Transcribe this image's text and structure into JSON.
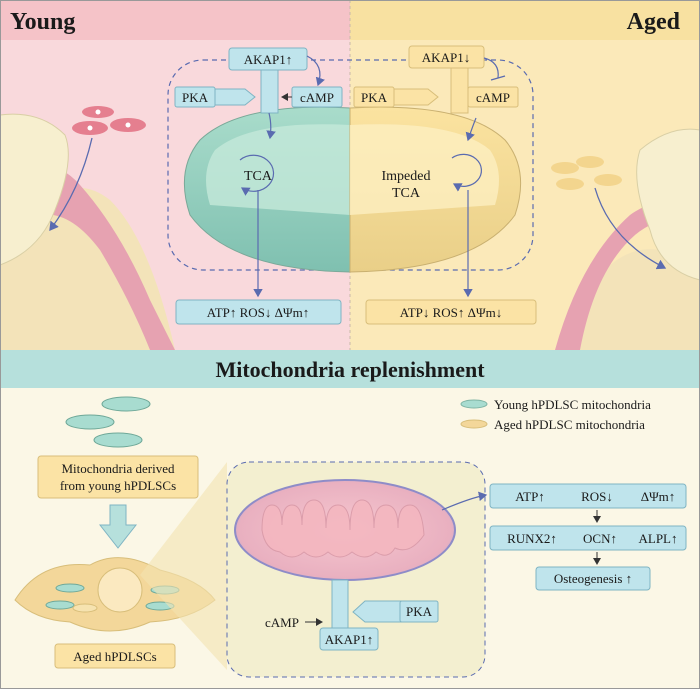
{
  "top": {
    "young_label": "Young",
    "aged_label": "Aged",
    "young": {
      "akap": "AKAP1↑",
      "pka": "PKA",
      "camp": "cAMP",
      "tca": "TCA",
      "result": "ATP↑  ROS↓  ΔΨm↑"
    },
    "aged": {
      "akap": "AKAP1↓",
      "pka": "PKA",
      "camp": "cAMP",
      "tca_line1": "Impeded",
      "tca_line2": "TCA",
      "result": "ATP↓  ROS↑  ΔΨm↓"
    }
  },
  "bottom": {
    "banner": "Mitochondria replenishment",
    "legend": [
      {
        "label": "Young hPDLSC mitochondria",
        "color": "#a8dcd0"
      },
      {
        "label": "Aged hPDLSC mitochondria",
        "color": "#f3d79a"
      }
    ],
    "source_line1": "Mitochondria derived",
    "source_line2": "from young hPDLSCs",
    "aged_cells": "Aged hPDLSCs",
    "camp": "cAMP",
    "pka": "PKA",
    "akap": "AKAP1↑",
    "results": {
      "row1": [
        "ATP↑",
        "ROS↓",
        "ΔΨm↑"
      ],
      "row2": [
        "RUNX2↑",
        "OCN↑",
        "ALPL↑"
      ],
      "row3": "Osteogenesis ↑"
    }
  },
  "colors": {
    "young_bg": "#f9d9dc",
    "aged_bg": "#fbe9b9",
    "banner": "#b6e0dc",
    "box_teal": "#bfe4ec",
    "box_yellow": "#fbe3a5",
    "arrow": "#5a6bb0"
  }
}
